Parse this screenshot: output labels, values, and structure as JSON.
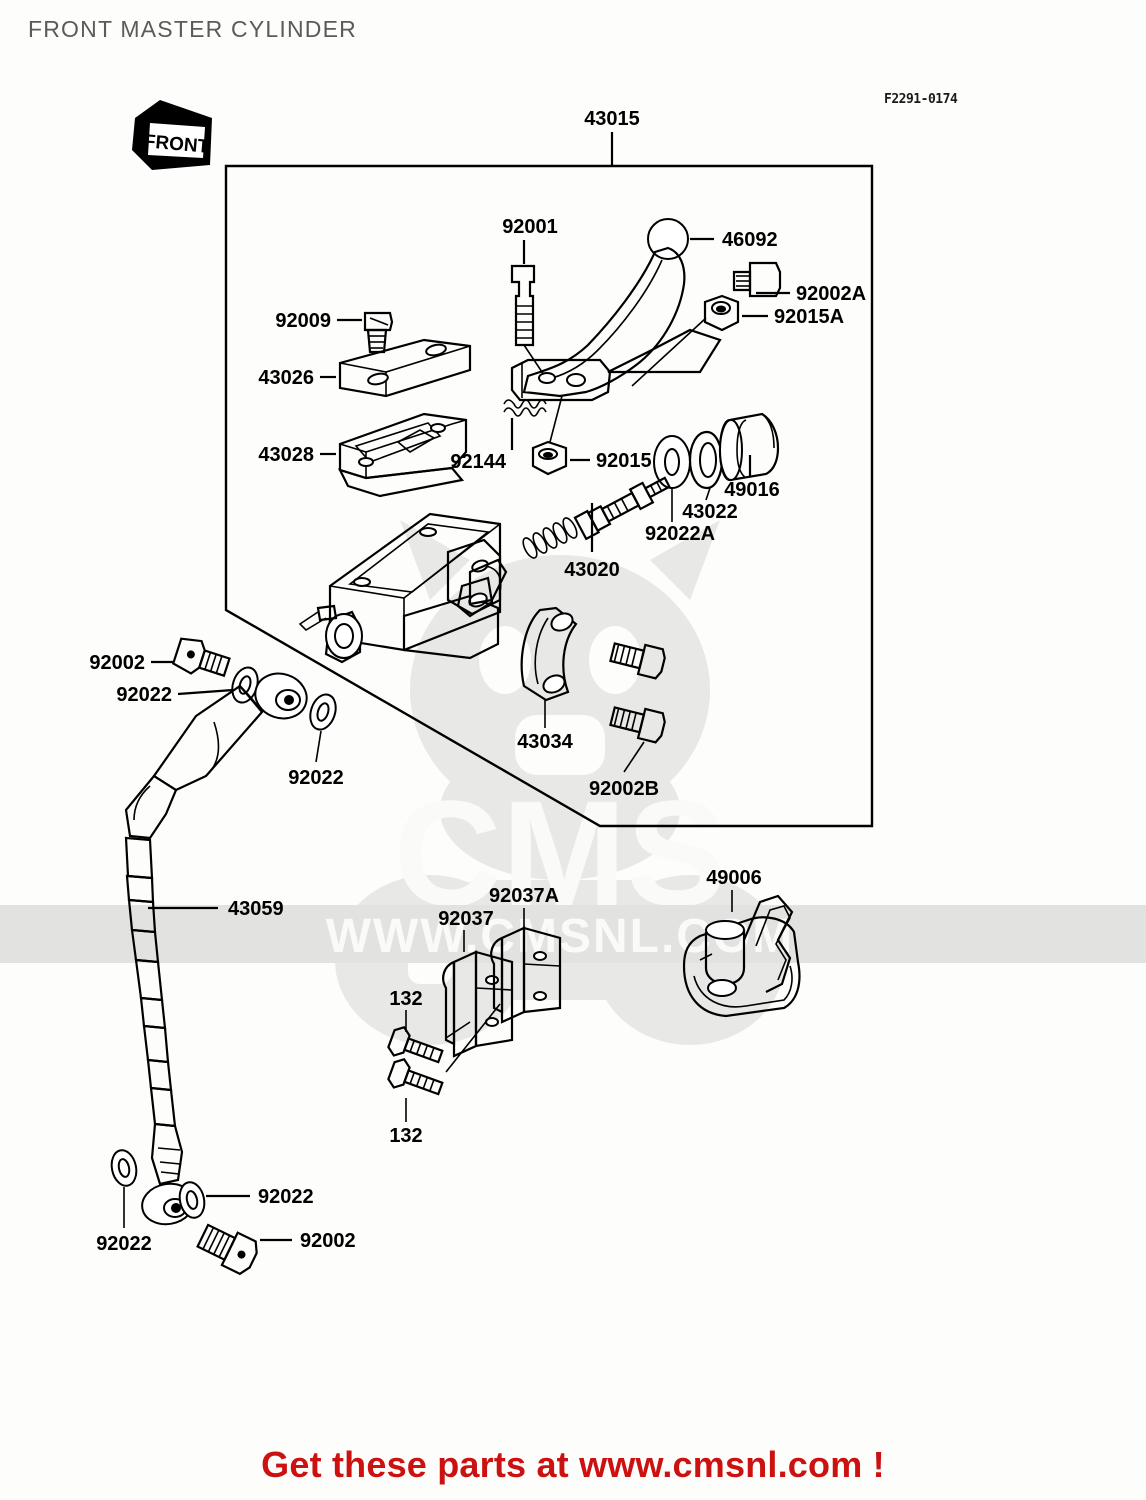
{
  "page": {
    "title": "FRONT MASTER CYLINDER",
    "drawing_number": "F2291-0174",
    "footer": "Get these parts at www.cmsnl.com !",
    "front_arrow_label": "FRONT",
    "watermark_brand": "CMS",
    "watermark_url": "WWW.CMSNL.COM"
  },
  "colors": {
    "background": "#fdfdfb",
    "title": "#5b5b5b",
    "line": "#000000",
    "footer_red": "#cc1111",
    "watermark": "#e8e8e6"
  },
  "diagram": {
    "assembly_label": "43015",
    "part_labels": [
      {
        "id": "43015",
        "name": "master-cylinder-assembly"
      },
      {
        "id": "92001",
        "name": "bolt-lever-pivot"
      },
      {
        "id": "46092",
        "name": "brake-lever"
      },
      {
        "id": "92002A",
        "name": "bolt-92002a"
      },
      {
        "id": "92015A",
        "name": "nut-92015a"
      },
      {
        "id": "92009",
        "name": "screw-reservoir-cap"
      },
      {
        "id": "43026",
        "name": "reservoir-cap-plate"
      },
      {
        "id": "43028",
        "name": "reservoir-diaphragm"
      },
      {
        "id": "92144",
        "name": "spring-92144"
      },
      {
        "id": "92015",
        "name": "nut-92015"
      },
      {
        "id": "92022A",
        "name": "washer-92022a"
      },
      {
        "id": "43022",
        "name": "washer-43022"
      },
      {
        "id": "49016",
        "name": "dust-seal-boot"
      },
      {
        "id": "43020",
        "name": "piston-assembly"
      },
      {
        "id": "92002",
        "name": "banjo-bolt-upper"
      },
      {
        "id": "92022",
        "name": "washer-upper-1"
      },
      {
        "id": "92022",
        "name": "washer-upper-2"
      },
      {
        "id": "43034",
        "name": "clamp-holder"
      },
      {
        "id": "92002B",
        "name": "bolt-92002b"
      },
      {
        "id": "43059",
        "name": "brake-hose"
      },
      {
        "id": "92037",
        "name": "clamp-92037"
      },
      {
        "id": "92037A",
        "name": "clamp-92037a"
      },
      {
        "id": "132",
        "name": "bolt-132-upper"
      },
      {
        "id": "132",
        "name": "bolt-132-lower"
      },
      {
        "id": "49006",
        "name": "grip-boot-49006"
      },
      {
        "id": "92022",
        "name": "washer-lower-1"
      },
      {
        "id": "92022",
        "name": "washer-lower-2"
      },
      {
        "id": "92002",
        "name": "banjo-bolt-lower"
      }
    ],
    "labels_positioned": {
      "l_43015": "43015",
      "l_92001": "92001",
      "l_46092": "46092",
      "l_92002A": "92002A",
      "l_92015A": "92015A",
      "l_92009": "92009",
      "l_43026": "43026",
      "l_43028": "43028",
      "l_92144": "92144",
      "l_92015": "92015",
      "l_92022A": "92022A",
      "l_43022": "43022",
      "l_49016": "49016",
      "l_43020": "43020",
      "l_92002_top": "92002",
      "l_92022_top": "92022",
      "l_92022_mid": "92022",
      "l_43034": "43034",
      "l_92002B": "92002B",
      "l_43059": "43059",
      "l_92037": "92037",
      "l_92037A": "92037A",
      "l_132_top": "132",
      "l_132_bot": "132",
      "l_49006": "49006",
      "l_92022_bl": "92022",
      "l_92022_br": "92022",
      "l_92002_bot": "92002"
    }
  }
}
